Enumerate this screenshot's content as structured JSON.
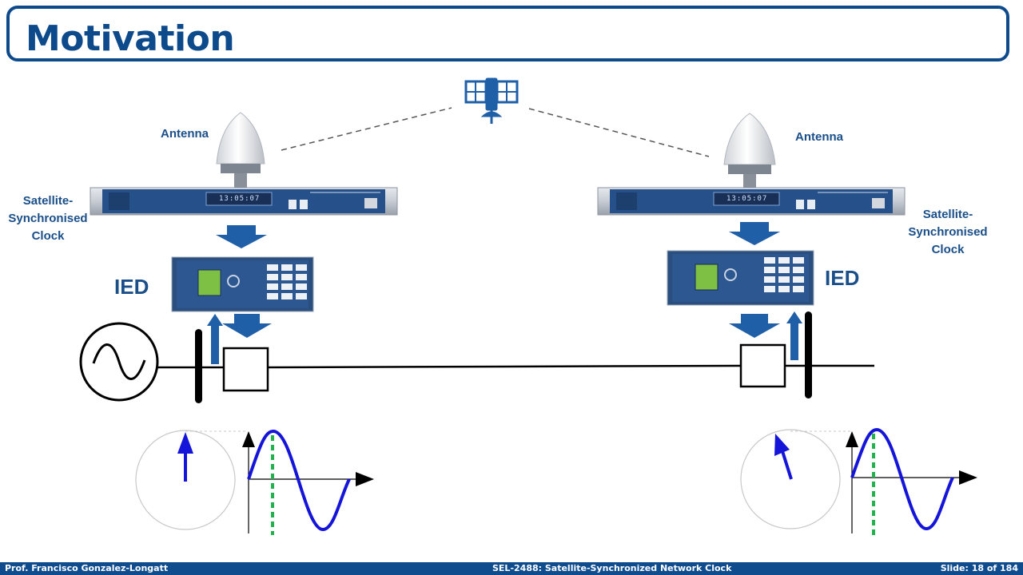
{
  "slide": {
    "title": "Motivation"
  },
  "labels": {
    "antenna_left": "Antenna",
    "antenna_right": "Antenna",
    "clock_left": "Satellite-\nSynchronised\nClock",
    "clock_right": "Satellite-\nSynchronised\nClock",
    "ied_left": "IED",
    "ied_right": "IED",
    "clock_display_left": "13:05:07",
    "clock_display_right": "13:05:07"
  },
  "footer": {
    "author": "Prof. Francisco Gonzalez-Longatt",
    "topic": "SEL-2488: Satellite-Synchronized Network Clock",
    "slide_number": "Slide: 18 of 184"
  },
  "colors": {
    "brand_blue": "#0d4a8c",
    "arrow_blue": "#1f5fa8",
    "wave_blue": "#1515d9",
    "marker_green": "#22b14c"
  },
  "icons": [
    "satellite-icon",
    "antenna-dome-icon",
    "ac-source-icon",
    "down-arrow-icon",
    "up-arrow-icon"
  ]
}
